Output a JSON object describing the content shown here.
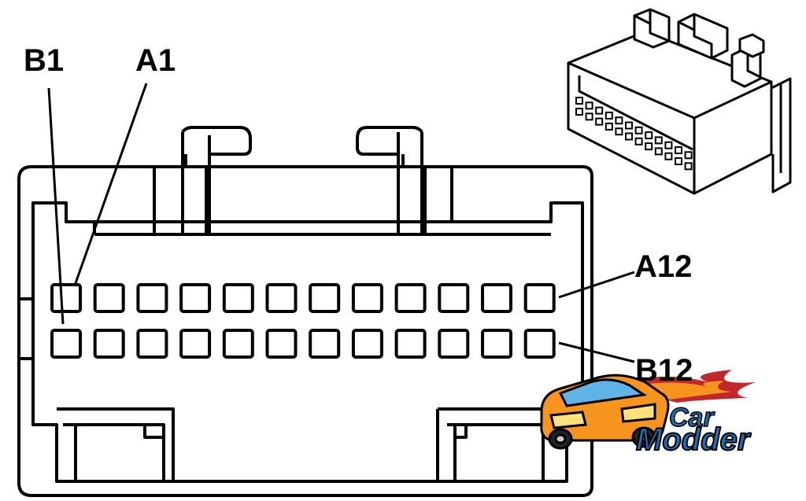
{
  "pin_labels": {
    "b1": "B1",
    "a1": "A1",
    "a12": "A12",
    "b12": "B12"
  },
  "pin_rows": {
    "top_row_count": 12,
    "bottom_row_count": 12
  },
  "watermark": {
    "line1": "Car",
    "line2": "Modder",
    "icon": "cartoon-car-logo"
  },
  "colors": {
    "line": "#000000",
    "background": "#ffffff",
    "logo_orange": "#f7941d",
    "logo_blue": "#1f6fb5"
  }
}
